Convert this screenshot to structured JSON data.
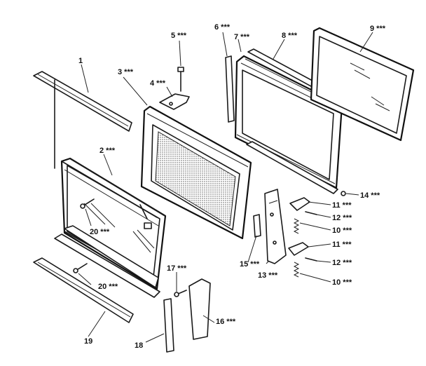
{
  "labels": {
    "p1": "1",
    "p2": "2 ***",
    "p3": "3 ***",
    "p4": "4 ***",
    "p5": "5 ***",
    "p6": "6 ***",
    "p7": "7 ***",
    "p8": "8 ***",
    "p9": "9 ***",
    "p10a": "10 ***",
    "p10b": "10 ***",
    "p11a": "11 ***",
    "p11b": "11 ***",
    "p12a": "12 ***",
    "p12b": "12 ***",
    "p13": "13 ***",
    "p14": "14 ***",
    "p15": "15 ***",
    "p16": "16 ***",
    "p17": "17 ***",
    "p18": "18",
    "p19": "19",
    "p20a": "20 ***",
    "p20b": "20 ***"
  }
}
